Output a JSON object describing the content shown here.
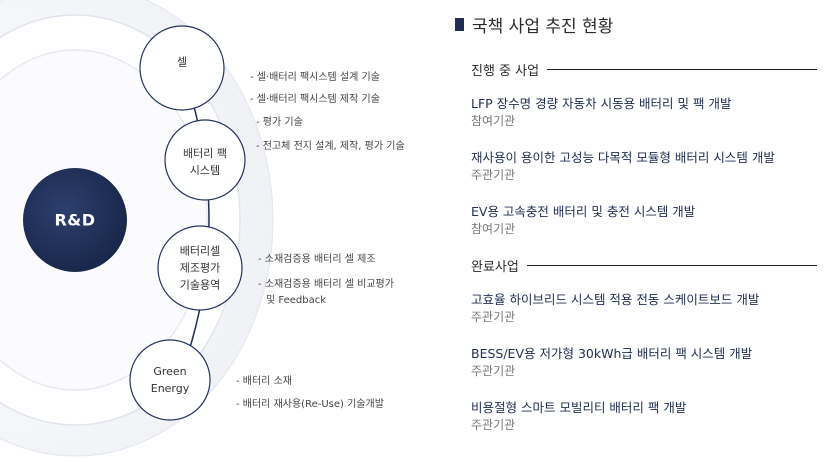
{
  "diagram": {
    "center_label": "R&D",
    "nodes": [
      {
        "label": "셀"
      },
      {
        "label": "배터리 팩\n시스템"
      },
      {
        "label": "배터리셀\n제조평가\n기술용역"
      },
      {
        "label": "Green\nEnergy"
      }
    ],
    "bullets": [
      "- 셀·배터리 팩시스템 설계 기술",
      "- 셀·배터리 팩시스템 제작 기술",
      "- 평가 기술",
      "- 전고체 전지 설계, 제작, 평가 기술",
      "- 소재검증용 배터리 셀 제조",
      "- 소재검증용 배터리 셀 비교평가",
      "및 Feedback",
      "- 배터리 소재",
      "- 배터리 재사용(Re-Use) 기술개발"
    ]
  },
  "panel": {
    "title": "국책 사업 추진 현황",
    "ongoing_header": "진행 중 사업",
    "completed_header": "완료사업",
    "ongoing": [
      {
        "title": "LFP 장수명 경량 자동차 시동용 배터리 및 팩 개발",
        "role": "참여기관"
      },
      {
        "title": "재사용이 용이한 고성능 다목적 모듈형 배터리 시스템 개발",
        "role": "주관기관"
      },
      {
        "title": "EV용 고속충전 배터리 및 충전 시스템 개발",
        "role": "참여기관"
      }
    ],
    "completed": [
      {
        "title": "고효율 하이브리드 시스템 적용 전동 스케이트보드 개발",
        "role": "주관기관"
      },
      {
        "title": "BESS/EV용 저가형 30kWh급 배터리 팩 시스템 개발",
        "role": "주관기관"
      },
      {
        "title": "비용절형 스마트 모빌리티 배터리 팩 개발",
        "role": "주관기관"
      }
    ]
  },
  "colors": {
    "navy": "#1f2d52",
    "ring": "#d8dce6",
    "node_border": "#223361"
  }
}
